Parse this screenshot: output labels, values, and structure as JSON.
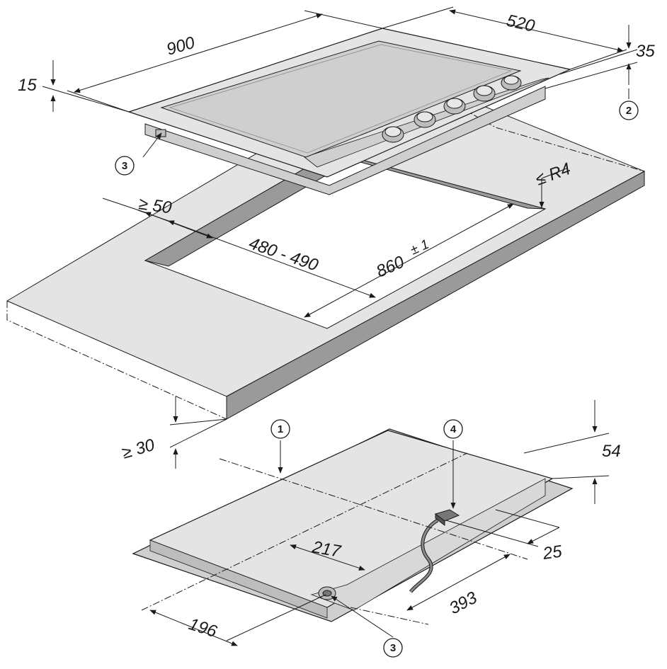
{
  "dimensions": {
    "width_total": "900",
    "depth_total": "520",
    "frame_height": "15",
    "glass_height": "35",
    "rear_gap": "≥ 50",
    "cutout_depth": "480 - 490",
    "cutout_width": "860",
    "cutout_tolerance": "± 1",
    "corner_radius": "≤ R4",
    "worktop_thickness": "≥ 30",
    "bottom_height": "54",
    "centre_offset": "217",
    "cable_offset": "25",
    "cable_distance": "393",
    "connector_offset": "196"
  },
  "callouts": {
    "c1": "1",
    "c2": "2",
    "c3_top": "3",
    "c3_bottom": "3",
    "c4": "4"
  },
  "colors": {
    "line": "#1a1a1a",
    "surface": "#e4e4e4",
    "surface_dark": "#9a9a9a",
    "glass": "#cfcfcf"
  }
}
